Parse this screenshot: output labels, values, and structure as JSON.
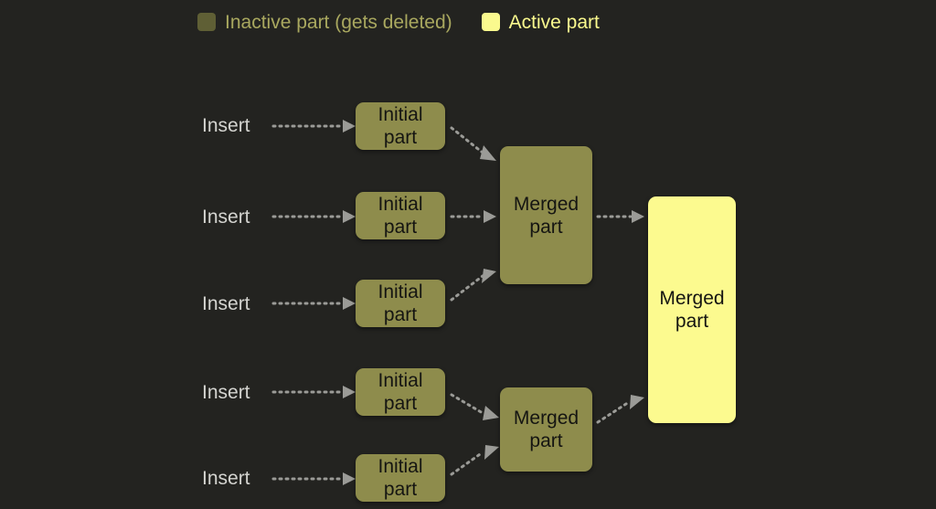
{
  "background_color": "#232320",
  "legend": {
    "items": [
      {
        "label": "Inactive part (gets deleted)",
        "color": "#5f5f35",
        "text_color": "#a9a85f",
        "icon": "square-swatch-icon"
      },
      {
        "label": "Active part",
        "color": "#faf98e",
        "text_color": "#faf98e",
        "icon": "square-swatch-icon"
      }
    ]
  },
  "diagram": {
    "type": "merge-tree",
    "inserts": [
      {
        "label": "Insert"
      },
      {
        "label": "Insert"
      },
      {
        "label": "Insert"
      },
      {
        "label": "Insert"
      },
      {
        "label": "Insert"
      }
    ],
    "initial_parts": [
      {
        "label": "Initial\npart",
        "state": "inactive"
      },
      {
        "label": "Initial\npart",
        "state": "inactive"
      },
      {
        "label": "Initial\npart",
        "state": "inactive"
      },
      {
        "label": "Initial\npart",
        "state": "inactive"
      },
      {
        "label": "Initial\npart",
        "state": "inactive"
      }
    ],
    "merged_parts": [
      {
        "label": "Merged\npart",
        "state": "inactive"
      },
      {
        "label": "Merged\npart",
        "state": "inactive"
      }
    ],
    "final_part": {
      "label": "Merged\npart",
      "state": "active"
    },
    "arrow_style": "dotted",
    "arrow_color": "#9b9b97"
  }
}
